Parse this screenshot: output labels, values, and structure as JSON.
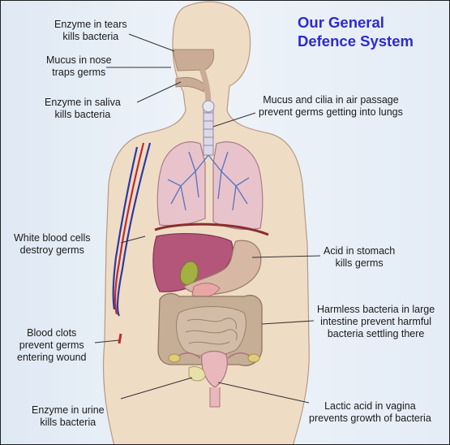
{
  "title": {
    "line1": "Our General",
    "line2": "Defence System"
  },
  "labels": {
    "tears": {
      "line1": "Enzyme in tears",
      "line2": "kills bacteria"
    },
    "nose": {
      "line1": "Mucus in nose",
      "line2": "traps germs"
    },
    "saliva": {
      "line1": "Enzyme in saliva",
      "line2": "kills bacteria"
    },
    "air": {
      "line1": "Mucus and cilia in air passage",
      "line2": "prevent germs getting into lungs"
    },
    "wbc": {
      "line1": "White blood cells",
      "line2": "destroy germs"
    },
    "stomach": {
      "line1": "Acid in stomach",
      "line2": "kills germs"
    },
    "clots": {
      "line1": "Blood clots",
      "line2": "prevent germs",
      "line3": "entering wound"
    },
    "intestine": {
      "line1": "Harmless bacteria in large",
      "line2": "intestine prevent harmful",
      "line3": "bacteria settling there"
    },
    "urine": {
      "line1": "Enzyme in urine",
      "line2": "kills bacteria"
    },
    "vagina": {
      "line1": "Lactic acid in vagina",
      "line2": "prevents growth of bacteria"
    }
  },
  "colors": {
    "skin": "#efdcc4",
    "lungs": "#e9c3cc",
    "liver": "#b4567a",
    "stomach": "#d7b8a4",
    "intestine": "#c6ad95",
    "vein": "#2b3aa3",
    "artery": "#c8272c"
  }
}
